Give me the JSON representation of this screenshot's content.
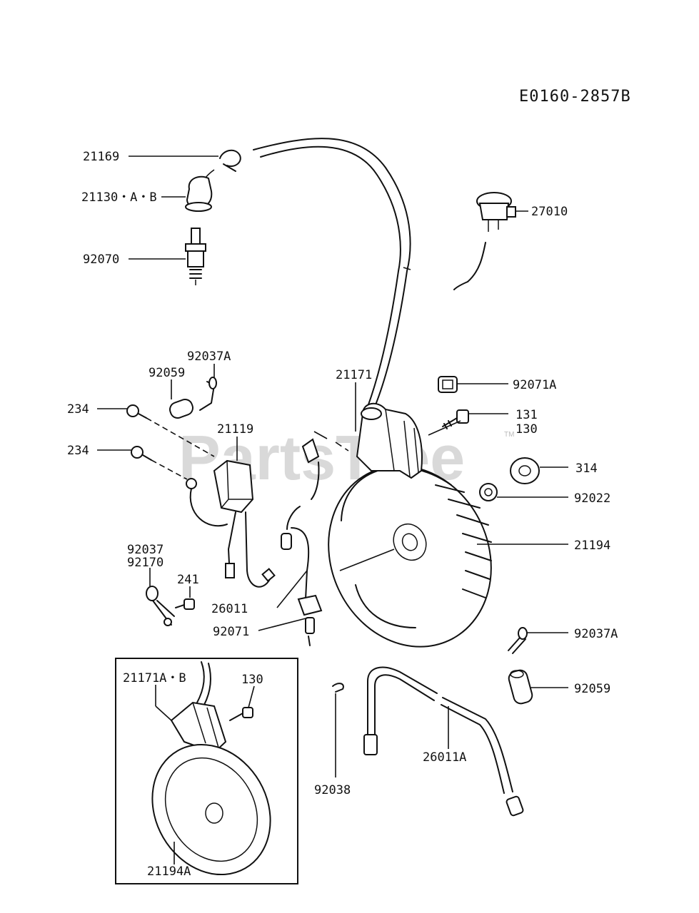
{
  "drawing_id": "E0160-2857B",
  "watermark": {
    "text": "PartsTree",
    "tm": "TM"
  },
  "parts": [
    {
      "key": "p21169",
      "label": "21169"
    },
    {
      "key": "p21130",
      "label": "21130・A・B"
    },
    {
      "key": "p92070",
      "label": "92070"
    },
    {
      "key": "p27010",
      "label": "27010"
    },
    {
      "key": "p92037A_top",
      "label": "92037A"
    },
    {
      "key": "p92059_top",
      "label": "92059"
    },
    {
      "key": "p21171",
      "label": "21171"
    },
    {
      "key": "p92071A",
      "label": "92071A"
    },
    {
      "key": "p234_a",
      "label": "234"
    },
    {
      "key": "p21119",
      "label": "21119"
    },
    {
      "key": "p131",
      "label": "131"
    },
    {
      "key": "p130",
      "label": "130"
    },
    {
      "key": "p234_b",
      "label": "234"
    },
    {
      "key": "p314",
      "label": "314"
    },
    {
      "key": "p92022",
      "label": "92022"
    },
    {
      "key": "p21194",
      "label": "21194"
    },
    {
      "key": "p92037",
      "label": "92037"
    },
    {
      "key": "p92170",
      "label": "92170"
    },
    {
      "key": "p241",
      "label": "241"
    },
    {
      "key": "p26011",
      "label": "26011"
    },
    {
      "key": "p92071",
      "label": "92071"
    },
    {
      "key": "p92037A_bot",
      "label": "92037A"
    },
    {
      "key": "p92059_bot",
      "label": "92059"
    },
    {
      "key": "p21171AB",
      "label": "21171A・B"
    },
    {
      "key": "p130_inset",
      "label": "130"
    },
    {
      "key": "p26011A",
      "label": "26011A"
    },
    {
      "key": "p92038",
      "label": "92038"
    },
    {
      "key": "p21194A",
      "label": "21194A"
    }
  ]
}
